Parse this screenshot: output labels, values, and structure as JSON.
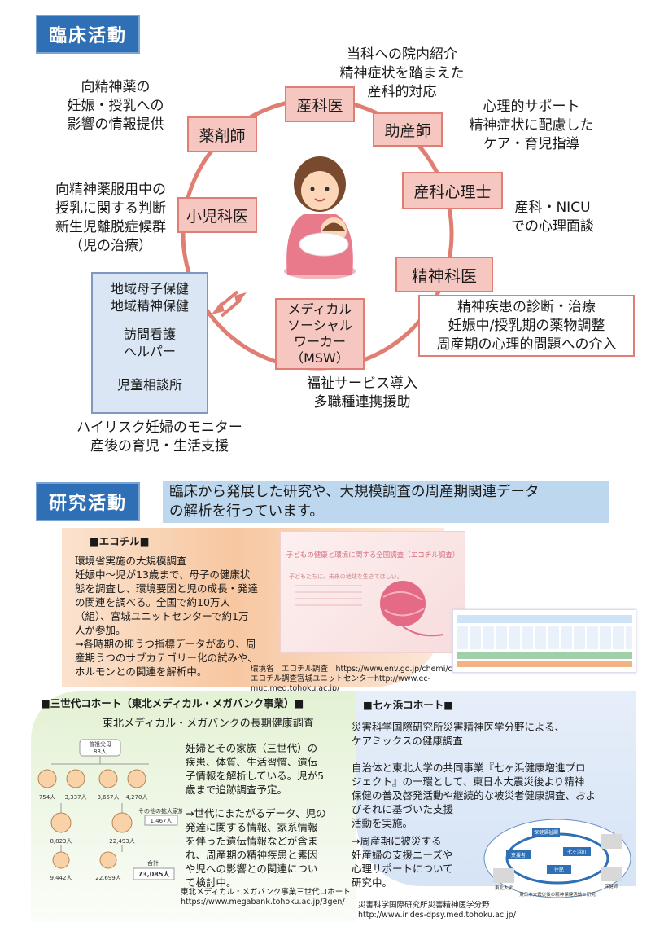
{
  "clinical": {
    "header": "臨床活動",
    "nodes": {
      "obgyn": "産科医",
      "midwife": "助産師",
      "psychologist": "産科心理士",
      "psychiatrist": "精神科医",
      "msw": "メディカル\nソーシャル\nワーカー\n（MSW）",
      "pediatrician": "小児科医",
      "pharmacist": "薬剤師"
    },
    "notes": {
      "obgyn": "当科への院内紹介\n精神症状を踏まえた\n産科的対応",
      "midwife": "心理的サポート\n精神症状に配慮した\nケア・育児指導",
      "psychologist": "産科・NICU\nでの心理面談",
      "psychiatrist": "精神疾患の診断・治療\n妊娠中/授乳期の薬物調整\n周産期の心理的問題への介入",
      "msw": "福祉サービス導入\n多職種連携援助",
      "pediatrician": "向精神薬服用中の\n授乳に関する判断\n新生児離脱症候群\n（児の治療）",
      "pharmacist": "向精神薬の\n妊娠・授乳への\n影響の情報提供"
    },
    "community": {
      "line1": "地域母子保健\n地域精神保健",
      "line2": "訪問看護\nヘルパー",
      "line3": "児童相談所"
    },
    "community_note": "ハイリスク妊婦のモニター\n産後の育児・生活支援"
  },
  "research": {
    "header": "研究活動",
    "intro": "臨床から発展した研究や、大規模調査の周産期関連データ\nの解析を行っています。",
    "ecochil": {
      "title": "■エコチル■",
      "subtitle": "環境省実施の大規模調査",
      "body": "妊娠中〜児が13歳まで、母子の健康状\n態を調査し、環境要因と児の成長・発達\nの関連を調べる。全国で約10万人\n（組）、宮城ユニットセンターで約1万\n人が参加。\n→各時期の抑うつ指標データがあり、周\n産期うつのサブカテゴリー化の試みや、\nホルモンとの関連を解析中。",
      "ref": "環境省　エコチル調査　https://www.env.go.jp/chemi/ceh/\nエコチル調査宮城ユニットセンターhttp://www.ec-muc.med.tohoku.ac.jp/",
      "poster_title": "子どもの健康と環境に関する全国調査（エコチル調査）",
      "poster_caption": "子どもたちに、未来の地球を生きてほしい。"
    },
    "threegen": {
      "title": "■三世代コホート（東北メディカル・メガバンク事業）■",
      "subtitle": "東北メディカル・メガバンクの長期健康調査",
      "body1": "妊婦とその家族（三世代）の\n疾患、体質、生活習慣、遺伝\n子情報を解析している。児が5\n歳まで追跡調査予定。",
      "body2": "→世代にまたがるデータ、児の\n発達に関する情報、家系情報\nを伴った遺伝情報などが含ま\nれ、周産期の精神疾患と素因\nや児への影響との関連につい\nて検討中。",
      "ref": "東北メディカル・メガバンク事業三世代コホート\nhttps://www.megabank.tohoku.ac.jp/3gen/",
      "figure": {
        "top_label": "曾祖父母",
        "top_count": "83人",
        "grand_counts": [
          "754人",
          "3,337人",
          "3,657人",
          "4,270人"
        ],
        "other_label": "その他の拡大家族",
        "other_count": "1,467人",
        "parent_counts": [
          "8,823人",
          "22,493人"
        ],
        "child_counts": [
          "9,442人",
          "22,699人"
        ],
        "total_label": "合計",
        "total_count": "73,085人"
      }
    },
    "shichigahama": {
      "title": "■七ヶ浜コホート■",
      "subtitle": "災害科学国際研究所災害精神医学分野による、\nケアミックスの健康調査",
      "body1": "自治体と東北大学の共同事業『七ヶ浜健康増進プロ\nジェクト』の一環として、東日本大震災後より精神\n保健の普及啓発活動や継続的な被災者健康調査、およ\nびそれに基づいた支援\n活動を実施。",
      "body2": "→周産期に被災する\n妊産婦の支援ニーズや\n心理サポートについて\n研究中。",
      "ref": "災害科学国際研究所災害精神医学分野\nhttp://www.irides-dpsy.med.tohoku.ac.jp/",
      "diagram_labels": [
        "保健福祉課",
        "支援者",
        "七ヶ浜町",
        "住民",
        "保健師",
        "東北大学"
      ],
      "diagram_caption": "東日本大震災後の精神保健活動と研究"
    }
  },
  "colors": {
    "header_blue": "#2e6fb5",
    "node_pink": "#f6c7c0",
    "node_border": "#e07e73",
    "community_blue": "#dbe6f4",
    "intro_blue": "#bdd7ee"
  }
}
